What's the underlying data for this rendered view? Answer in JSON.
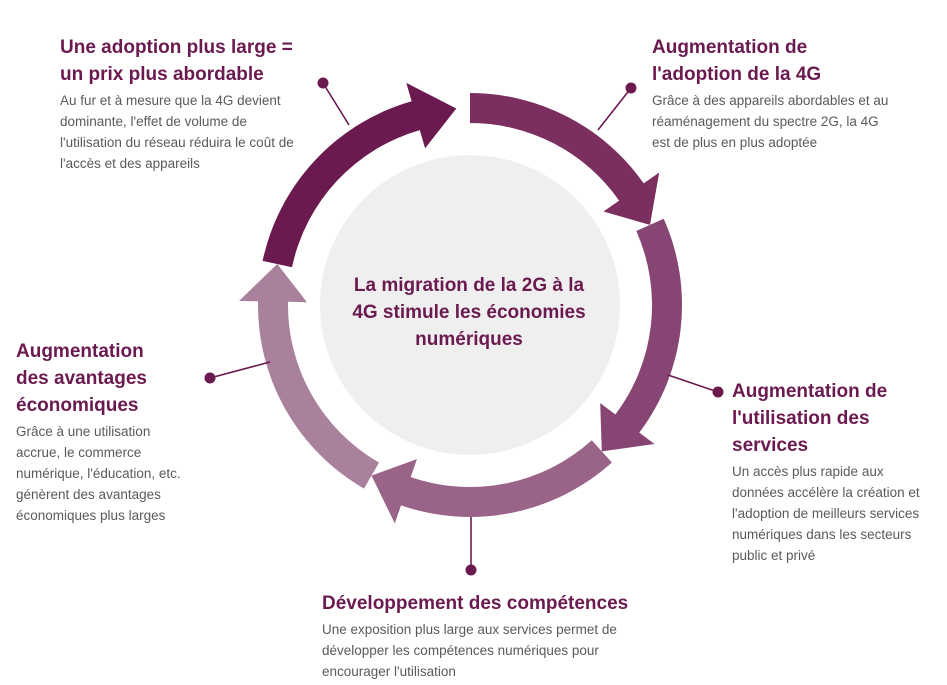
{
  "center": {
    "text": "La migration de la 2G à la 4G stimule les économies numériques"
  },
  "stages": [
    {
      "title": "Une adoption plus large = un prix plus abordable",
      "body": "Au fur et à mesure que la 4G devient dominante, l'effet de volume de l'utilisation du réseau réduira le coût de l'accès et des appareils",
      "color": "#6b1a4f"
    },
    {
      "title": "Augmentation de l'adoption de la 4G",
      "body": "Grâce à des appareils abordables et au réaménagement du spectre 2G, la 4G est de plus en plus adoptée",
      "color": "#7b2f5f"
    },
    {
      "title": "Augmentation de l'utilisation des services",
      "body": "Un accès plus rapide aux données accélère la création et l'adoption de meilleurs services numériques dans les secteurs public et privé",
      "color": "#874573"
    },
    {
      "title": "Développement des compétences",
      "body": "Une exposition plus large aux services permet de développer les compétences numériques pour encourager l'utilisation",
      "color": "#9a6388"
    },
    {
      "title": "Augmentation des avantages économiques",
      "body": "Grâce à une utilisation accrue, le commerce numérique, l'éducation, etc. génèrent des avantages économiques plus larges",
      "color": "#a9819c"
    }
  ],
  "colors": {
    "title": "#6b1a4f",
    "body": "#5a5a5a",
    "center_circle": "#f0eff0",
    "connector": "#6b1a4f"
  }
}
